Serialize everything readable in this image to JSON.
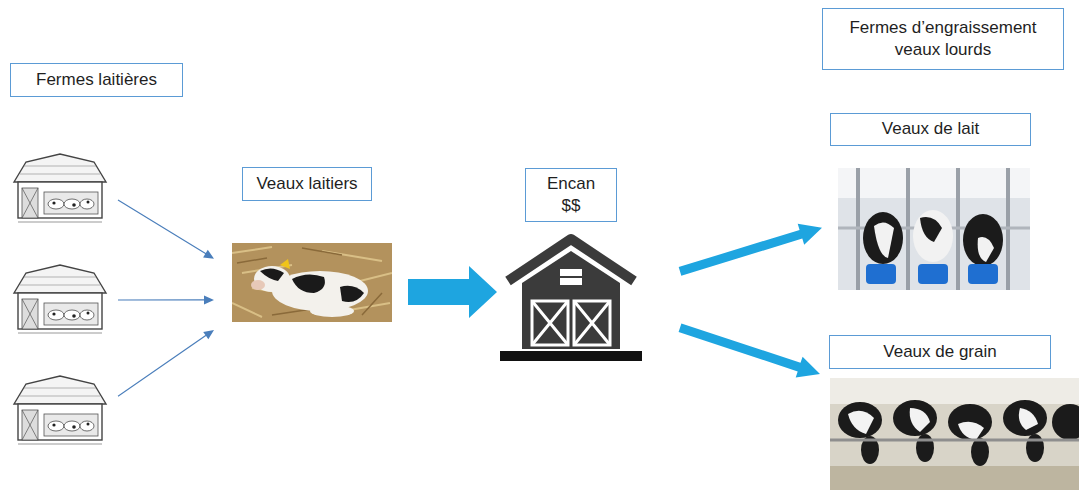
{
  "diagram": {
    "nodes": [
      {
        "text": [
          "Fermes laitières"
        ]
      },
      {
        "text": [
          "Veaux laitiers"
        ]
      },
      {
        "text": [
          "Encan $$"
        ]
      },
      {
        "text": [
          "Fermes d’engraissement veaux lourds"
        ]
      },
      {
        "text": [
          "Veaux de lait"
        ]
      },
      {
        "text": [
          "Veaux de grain"
        ]
      }
    ],
    "edges": [
      {
        "from": 0,
        "to": 1,
        "arrow": "to"
      },
      {
        "from": 0,
        "to": 1,
        "arrow": "to"
      },
      {
        "from": 0,
        "to": 1,
        "arrow": "to"
      },
      {
        "from": 1,
        "to": 2,
        "arrow": "to"
      },
      {
        "from": 2,
        "to": 4,
        "arrow": "to"
      },
      {
        "from": 2,
        "to": 5,
        "arrow": "to"
      }
    ]
  }
}
